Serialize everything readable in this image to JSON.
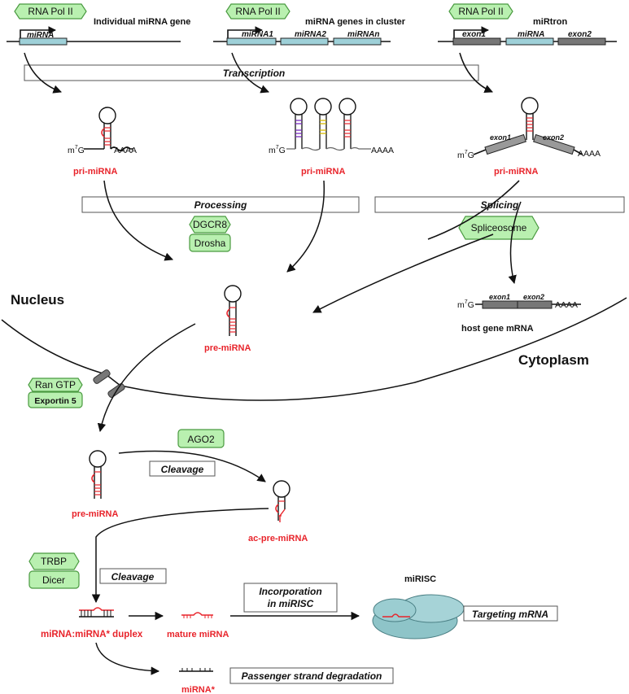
{
  "top": {
    "rna_pol_label": "RNA Pol II",
    "gene1_title": "Individual miRNA gene",
    "gene1_label": "miRNA",
    "gene2_title": "miRNA genes in cluster",
    "gene2_labels": [
      "miRNA1",
      "miRNA2",
      "miRNAn"
    ],
    "gene3_title": "miRtron",
    "gene3_labels": [
      "exon1",
      "miRNA",
      "exon2"
    ]
  },
  "steps": {
    "transcription": "Transcription",
    "processing": "Processing",
    "splicing": "Splicing",
    "cleavage1": "Cleavage",
    "cleavage2": "Cleavage",
    "incorporation_line1": "Incorporation",
    "incorporation_line2": "in miRISC",
    "targeting": "Targeting mRNA",
    "passenger": "Passenger strand degradation"
  },
  "proteins": {
    "dgcr8": "DGCR8",
    "drosha": "Drosha",
    "spliceosome": "Spliceosome",
    "ran_gtp": "Ran GTP",
    "exportin": "Exportin 5",
    "ago2": "AGO2",
    "trbp": "TRBP",
    "dicer": "Dicer"
  },
  "labels": {
    "pri1": "pri-miRNA",
    "pri2": "pri-miRNA",
    "pri3": "pri-miRNA",
    "pre_nucleus": "pre-miRNA",
    "pre_cyto": "pre-miRNA",
    "ac_pre": "ac-pre-miRNA",
    "duplex": "miRNA:miRNA* duplex",
    "mature": "mature miRNA",
    "star": "miRNA*",
    "mirisc": "miRISC",
    "host_gene": "host gene mRNA",
    "host_exon1": "exon1",
    "host_exon2": "exon2",
    "tail": "AAAA",
    "cap": "m",
    "cap_sup": "7",
    "cap_g": "G",
    "pri3_exon1": "exon1",
    "pri3_exon2": "exon2"
  },
  "regions": {
    "nucleus": "Nucleus",
    "cytoplasm": "Cytoplasm"
  },
  "colors": {
    "pill_fill": "#b9f0b0",
    "pill_stroke": "#4a9a40",
    "gene_fill": "#9ed0d8",
    "exon_fill": "#777777",
    "red": "#e8242b",
    "risc_fill": "#8ec4c8"
  }
}
